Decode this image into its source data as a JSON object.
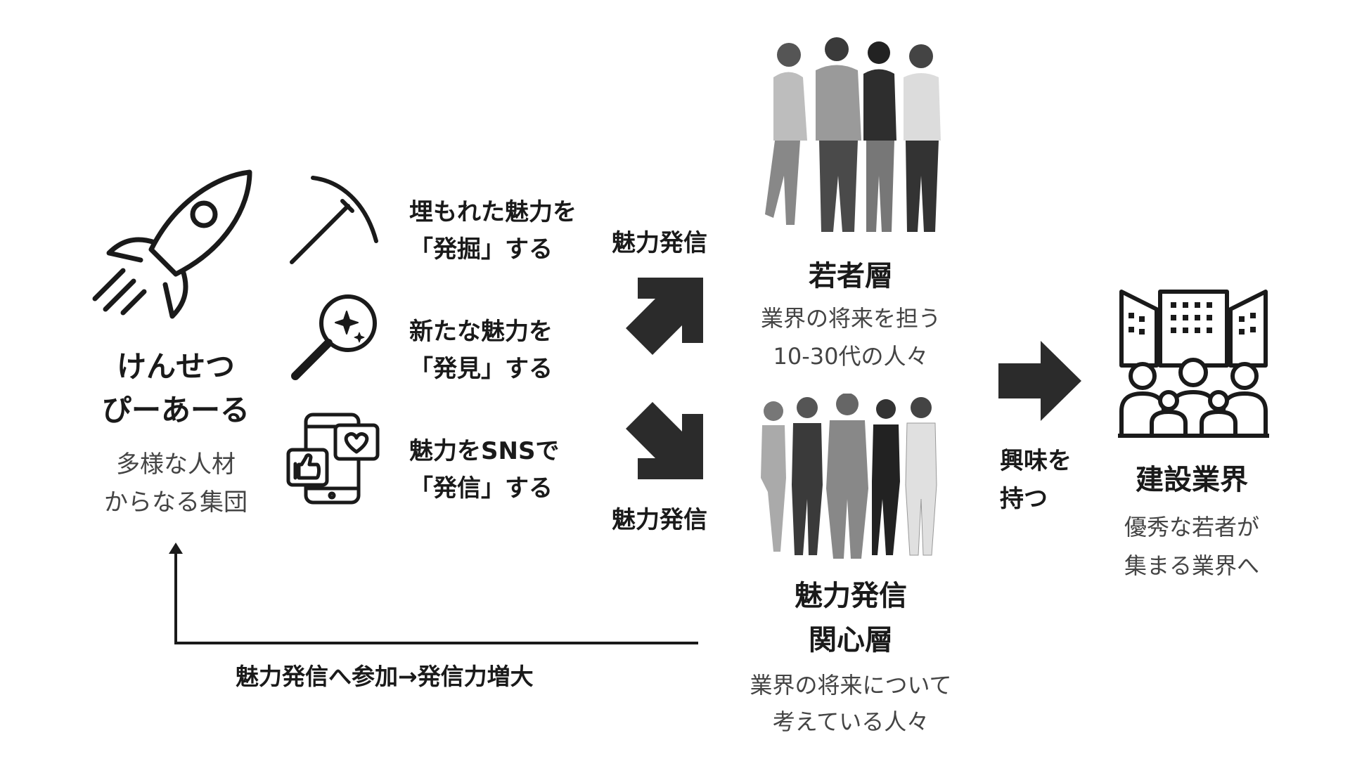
{
  "org": {
    "name_line1": "けんせつ",
    "name_line2": "ぴーあーる",
    "desc_line1": "多様な人材",
    "desc_line2": "からなる集団"
  },
  "actions": [
    {
      "icon": "pickaxe-icon",
      "line1": "埋もれた魅力を",
      "line2": "「発掘」する"
    },
    {
      "icon": "magnifier-sparkle-icon",
      "line1": "新たな魅力を",
      "line2": "「発見」する"
    },
    {
      "icon": "smartphone-sns-icon",
      "line1": "魅力をSNSで",
      "line2": "「発信」する"
    }
  ],
  "arrows": {
    "upper_label": "魅力発信",
    "lower_label": "魅力発信"
  },
  "youth": {
    "title": "若者層",
    "desc_line1": "業界の将来を担う",
    "desc_line2": "10-30代の人々"
  },
  "interested": {
    "title_line1": "魅力発信",
    "title_line2": "関心層",
    "desc_line1": "業界の将来について",
    "desc_line2": "考えている人々"
  },
  "interest_arrow": {
    "label_line1": "興味を",
    "label_line2": "持つ"
  },
  "industry": {
    "title": "建設業界",
    "desc_line1": "優秀な若者が",
    "desc_line2": "集まる業界へ"
  },
  "feedback": {
    "label": "魅力発信へ参加→発信力増大"
  },
  "colors": {
    "ink": "#1a1a1a",
    "arrow": "#2b2b2b",
    "gray_text": "#444444"
  }
}
